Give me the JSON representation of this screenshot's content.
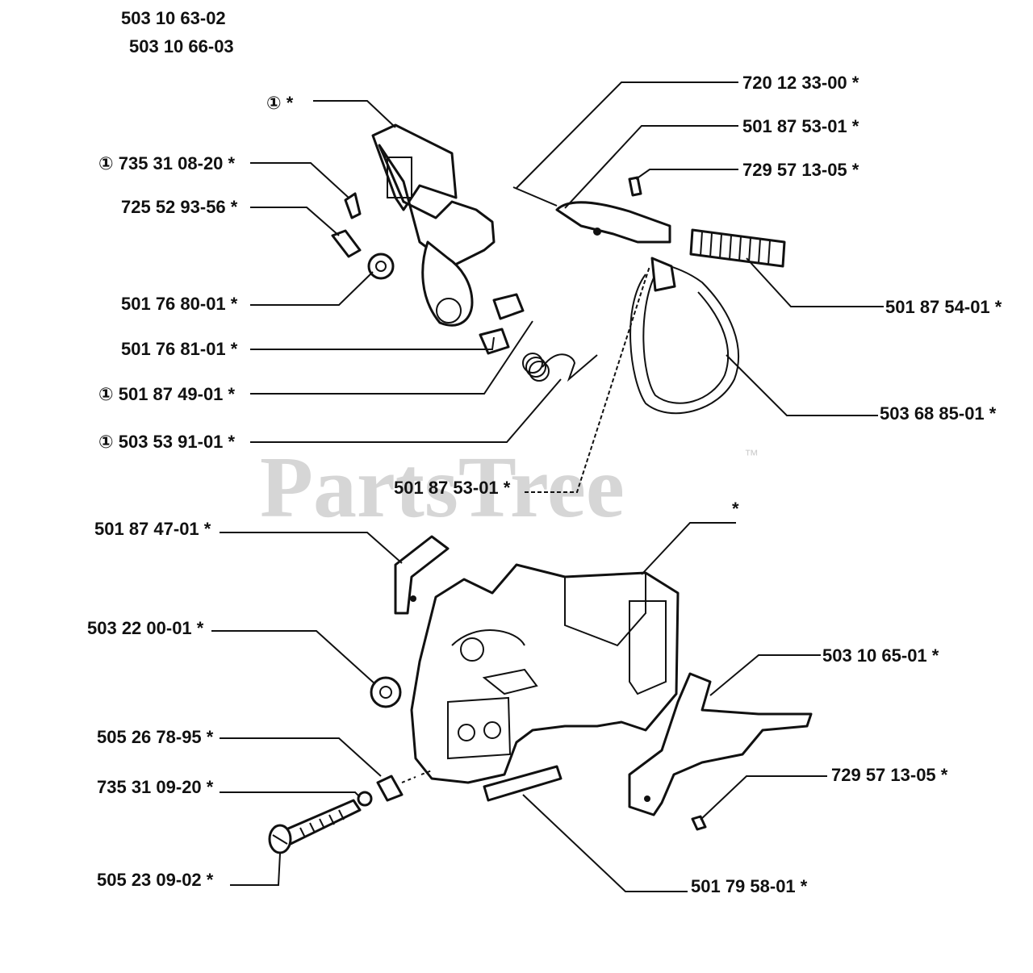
{
  "watermark": {
    "text": "PartsTree",
    "trademark": "™"
  },
  "header_codes": [
    "503 10 63-02",
    "503 10 66-03"
  ],
  "callouts": [
    {
      "id": "c01",
      "text": "①  *"
    },
    {
      "id": "c02",
      "text": "① 735 31 08-20  *"
    },
    {
      "id": "c03",
      "text": "725 52 93-56  *"
    },
    {
      "id": "c04",
      "text": "501 76 80-01  *"
    },
    {
      "id": "c05",
      "text": "501 76 81-01  *"
    },
    {
      "id": "c06",
      "text": "① 501 87 49-01  *"
    },
    {
      "id": "c07",
      "text": "① 503 53 91-01  *"
    },
    {
      "id": "c08",
      "text": "720 12 33-00  *"
    },
    {
      "id": "c09",
      "text": "501 87 53-01  *"
    },
    {
      "id": "c10",
      "text": "729 57 13-05  *"
    },
    {
      "id": "c11",
      "text": "501 87 54-01  *"
    },
    {
      "id": "c12",
      "text": "503 68 85-01  *"
    },
    {
      "id": "c13",
      "text": "501 87 53-01  *"
    },
    {
      "id": "c14",
      "text": "*"
    },
    {
      "id": "c15",
      "text": "501 87 47-01  *"
    },
    {
      "id": "c16",
      "text": "503 22 00-01  *"
    },
    {
      "id": "c17",
      "text": "503 10 65-01  *"
    },
    {
      "id": "c18",
      "text": "505 26 78-95  *"
    },
    {
      "id": "c19",
      "text": "735 31 09-20  *"
    },
    {
      "id": "c20",
      "text": "729 57 13-05  *"
    },
    {
      "id": "c21",
      "text": "505 23 09-02  *"
    },
    {
      "id": "c22",
      "text": "501 79 58-01  *"
    }
  ]
}
